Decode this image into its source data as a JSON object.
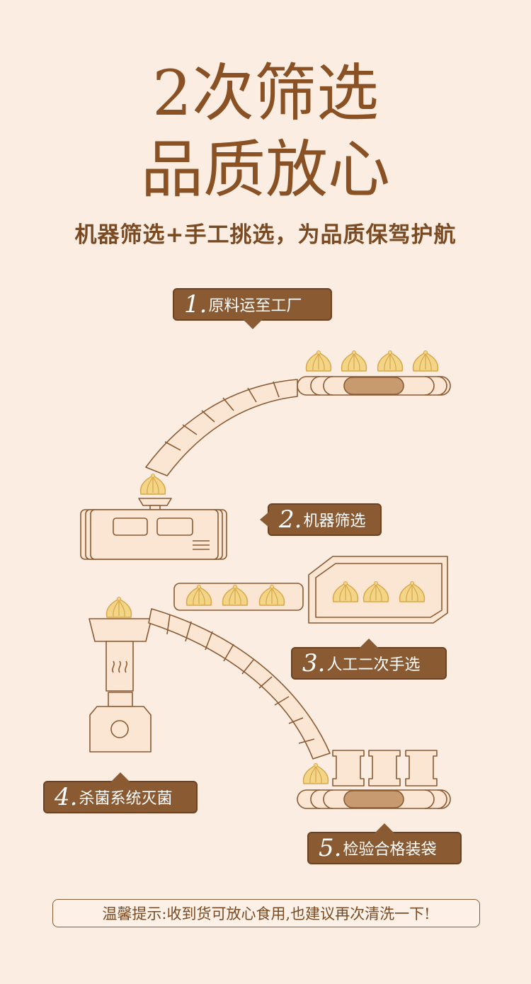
{
  "header": {
    "title_line1": "2次筛选",
    "title_line2": "品质放心",
    "subtitle": "机器筛选+手工挑选，为品质保驾护航"
  },
  "steps": [
    {
      "num": "1.",
      "label": "原料运至工厂"
    },
    {
      "num": "2.",
      "label": "机器筛选"
    },
    {
      "num": "3.",
      "label": "人工二次手选"
    },
    {
      "num": "4.",
      "label": "杀菌系统灭菌"
    },
    {
      "num": "5.",
      "label": "检验合格装袋"
    }
  ],
  "tip": "温馨提示:收到货可放心食用,也建议再次清洗一下!",
  "colors": {
    "background": "#fbede2",
    "title": "#8a5224",
    "tag": "#8a5a33",
    "outline": "#8a5a33",
    "dumpling": "#f3d588"
  }
}
